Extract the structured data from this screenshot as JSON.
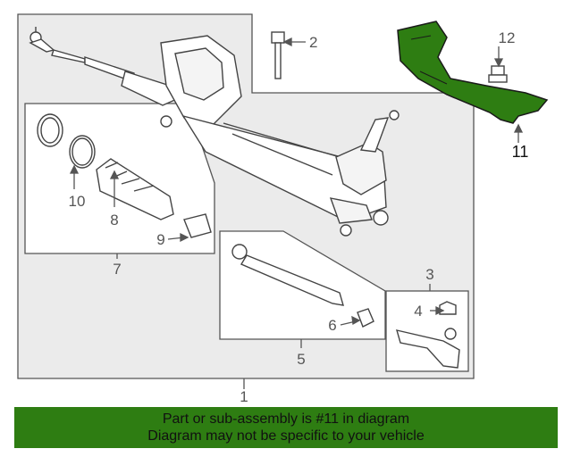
{
  "callouts": {
    "c1": "1",
    "c2": "2",
    "c3": "3",
    "c4": "4",
    "c5": "5",
    "c6": "6",
    "c7": "7",
    "c8": "8",
    "c9": "9",
    "c10": "10",
    "c11": "11",
    "c12": "12"
  },
  "banner": {
    "line1": "Part or sub-assembly is #11 in diagram",
    "line2": "Diagram may not be specific to your vehicle"
  },
  "colors": {
    "highlight": "#2e7d12",
    "banner": "#2e7d12",
    "panel": "#ebebeb",
    "line": "#555555"
  },
  "icons": [
    "steering-gear",
    "bolt",
    "shield",
    "tie-rod",
    "boot",
    "clamp",
    "nut",
    "tie-rod-end"
  ]
}
